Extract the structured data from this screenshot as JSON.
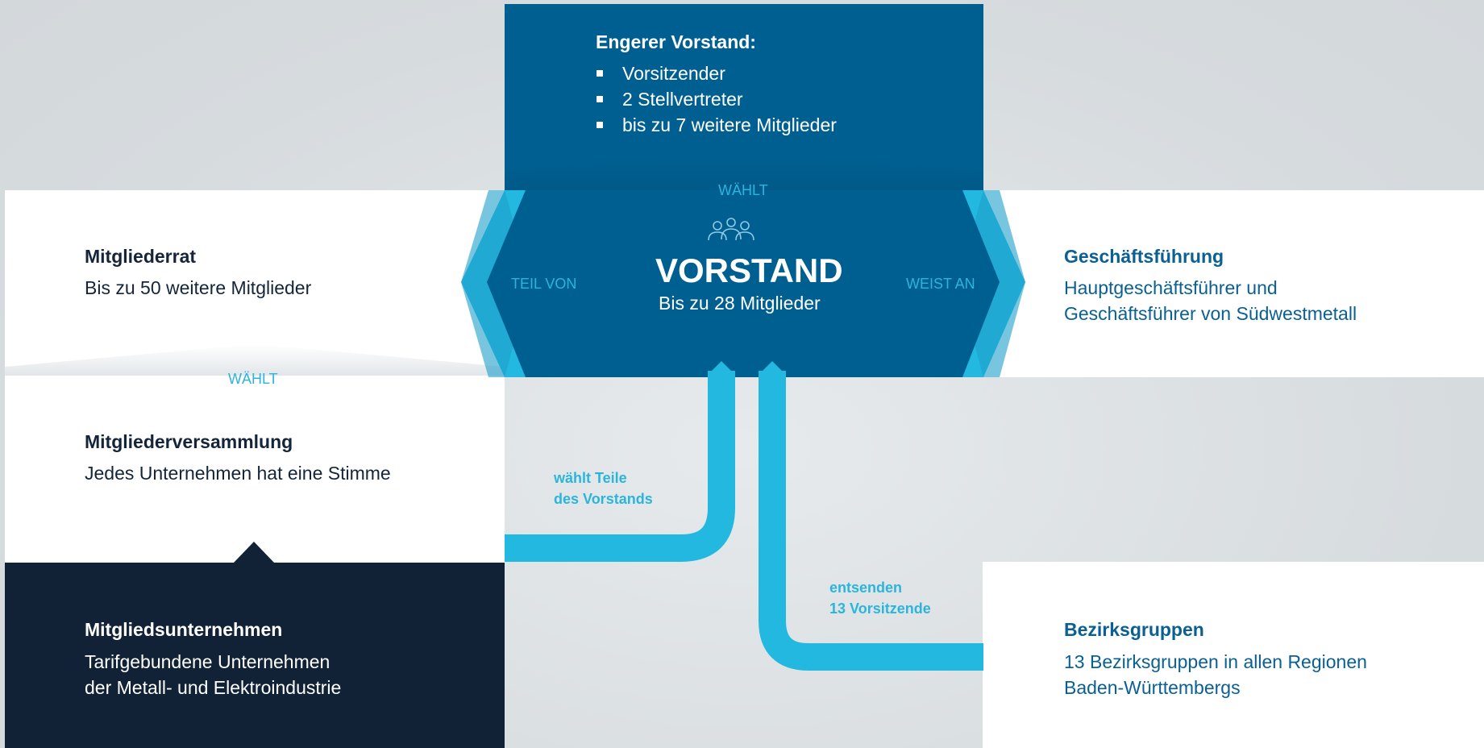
{
  "engerer_vorstand": {
    "title": "Engerer Vorstand:",
    "items": [
      "Vorsitzender",
      "2 Stellvertreter",
      "bis zu 7 weitere Mitglieder"
    ]
  },
  "vorstand": {
    "title": "VORSTAND",
    "subtitle": "Bis zu 28 Mitglieder",
    "icon": "people-icon",
    "label_top": "WÄHLT",
    "label_left": "TEIL VON",
    "label_right": "WEIST AN"
  },
  "mitgliederrat": {
    "title": "Mitgliederrat",
    "body": "Bis zu 50 weitere Mitglieder",
    "label_waehlt": "WÄHLT"
  },
  "mitgliederversammlung": {
    "title": "Mitgliederversammlung",
    "body": "Jedes Unternehmen hat eine Stimme"
  },
  "mitgliedsunternehmen": {
    "title": "Mitgliedsunternehmen",
    "body_line1": "Tarifgebundene Unternehmen",
    "body_line2": "der Metall- und Elektroindustrie"
  },
  "geschaeftsfuehrung": {
    "title": "Geschäftsführung",
    "body_line1": "Hauptgeschäftsführer und",
    "body_line2": "Geschäftsführer von Südwestmetall"
  },
  "bezirksgruppen": {
    "title": "Bezirksgruppen",
    "body_line1": "13 Bezirksgruppen in allen Regionen",
    "body_line2": "Baden-Württembergs"
  },
  "flows": {
    "waehlt_teile_line1": "wählt Teile",
    "waehlt_teile_line2": "des Vorstands",
    "entsenden_line1": "entsenden",
    "entsenden_line2": "13 Vorsitzende"
  },
  "colors": {
    "dark_blue": "#005f91",
    "navy": "#112236",
    "cyan": "#22b8e0",
    "text_blue": "#0a5f93"
  }
}
